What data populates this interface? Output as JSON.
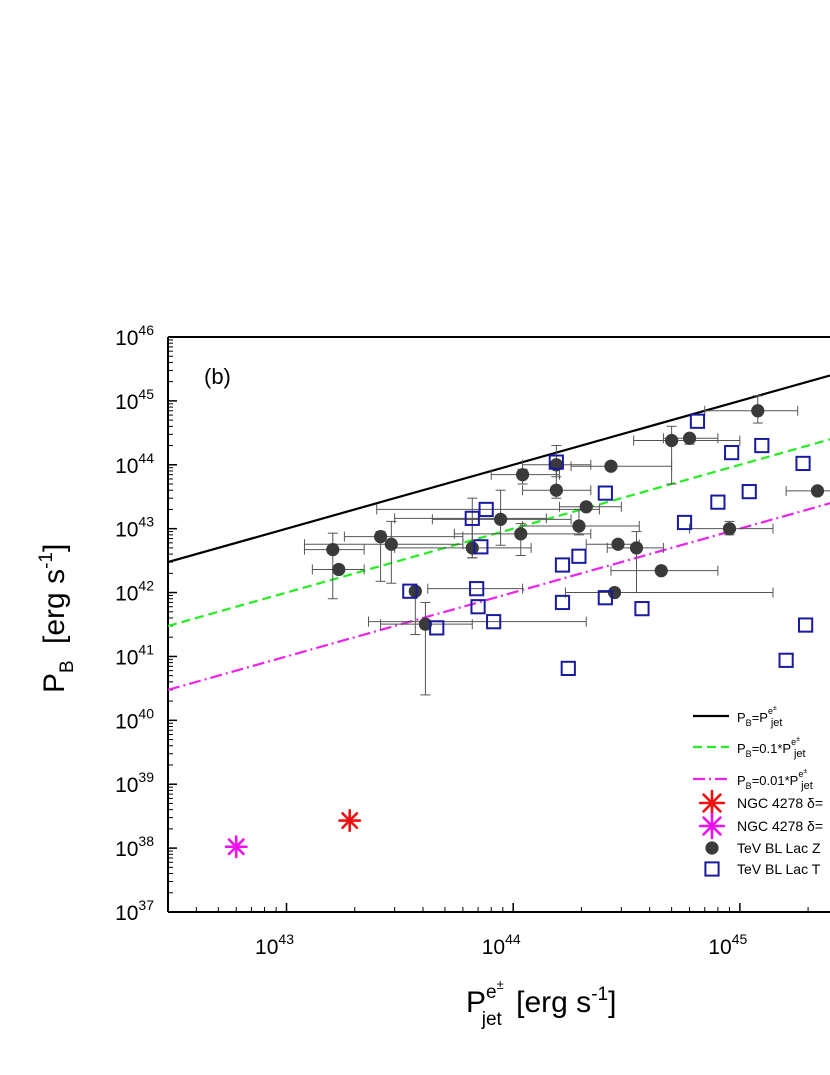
{
  "chart_data": {
    "type": "scatter",
    "panel_label": "(b)",
    "xscale": "log",
    "yscale": "log",
    "xlim": [
      3e+42,
      3e+45
    ],
    "ylim": [
      1e+37,
      1e+46
    ],
    "x_ticks": [
      {
        "value": 1e+43,
        "base": "10",
        "exp": "43"
      },
      {
        "value": 1e+44,
        "base": "10",
        "exp": "44"
      },
      {
        "value": 1e+45,
        "base": "10",
        "exp": "45"
      }
    ],
    "y_ticks": [
      {
        "value": 1e+37,
        "base": "10",
        "exp": "37"
      },
      {
        "value": 1e+38,
        "base": "10",
        "exp": "38"
      },
      {
        "value": 1e+39,
        "base": "10",
        "exp": "39"
      },
      {
        "value": 1e+40,
        "base": "10",
        "exp": "40"
      },
      {
        "value": 1e+41,
        "base": "10",
        "exp": "41"
      },
      {
        "value": 1e+42,
        "base": "10",
        "exp": "42"
      },
      {
        "value": 1e+43,
        "base": "10",
        "exp": "43"
      },
      {
        "value": 1e+44,
        "base": "10",
        "exp": "44"
      },
      {
        "value": 1e+45,
        "base": "10",
        "exp": "45"
      },
      {
        "value": 1e+46,
        "base": "10",
        "exp": "46"
      }
    ],
    "xlabel": {
      "main": "P",
      "sup": "e",
      "supsup": "±",
      "sub": "jet",
      "units": "[erg s",
      "units_exp": "-1",
      "units_end": "]"
    },
    "ylabel": {
      "main": "P",
      "sub": "B",
      "units": "[erg s",
      "units_exp": "-1",
      "units_end": "]"
    },
    "lines": [
      {
        "name": "P_B=P^{e±}_jet",
        "factor": 1,
        "color": "#000000",
        "dash": "none",
        "legend": {
          "prefix": "P",
          "sub1": "B",
          "eq": "=",
          "mult": "",
          "p2": "P",
          "sup": "e",
          "supsup": "±",
          "sub2": "jet"
        }
      },
      {
        "name": "P_B=0.1*P^{e±}_jet",
        "factor": 0.1,
        "color": "#22ee22",
        "dash": "9,5",
        "legend": {
          "prefix": "P",
          "sub1": "B",
          "eq": "=",
          "mult": "0.1*",
          "p2": "P",
          "sup": "e",
          "supsup": "±",
          "sub2": "jet"
        }
      },
      {
        "name": "P_B=0.01*P^{e±}_jet",
        "factor": 0.01,
        "color": "#ee22ee",
        "dash": "12,4,2,4",
        "legend": {
          "prefix": "P",
          "sub1": "B",
          "eq": "=",
          "mult": "0.01*",
          "p2": "P",
          "sup": "e",
          "supsup": "±",
          "sub2": "jet"
        }
      }
    ],
    "series": [
      {
        "name": "NGC 4278 δ=",
        "marker": "asterisk",
        "color": "#ee1111",
        "points": [
          {
            "x": 1.9e+43,
            "y": 2.7e+38
          }
        ]
      },
      {
        "name": "NGC 4278 δ=",
        "marker": "asterisk",
        "color": "#ee11ee",
        "points": [
          {
            "x": 6e+42,
            "y": 1.05e+38
          }
        ]
      },
      {
        "name": "TeV BL Lac Z",
        "marker": "circle",
        "color": "#3a3a3a",
        "points": [
          {
            "x": 1.6e+43,
            "y": 4.7e+42,
            "xerr": [
              1.2e+43,
              2.2e+43
            ],
            "yerr": [
              8e+41,
              8.5e+42
            ]
          },
          {
            "x": 1.7e+43,
            "y": 2.3e+42,
            "xerr": [
              1.3e+43,
              2.2e+43
            ]
          },
          {
            "x": 2.6e+43,
            "y": 7.5e+42,
            "xerr": [
              1.8e+43,
              6e+43
            ],
            "yerr": [
              1.5e+42,
              9e+42
            ]
          },
          {
            "x": 2.9e+43,
            "y": 5.7e+42,
            "xerr": [
              1.2e+43,
              6e+43
            ],
            "yerr": [
              1.4e+42,
              1.3e+43
            ]
          },
          {
            "x": 3.7e+43,
            "y": 1.05e+42,
            "yerr": [
              2.2e+41,
              1.1e+42
            ]
          },
          {
            "x": 4.1e+43,
            "y": 3.2e+41,
            "xerr": [
              2.6e+43,
              6.6e+43
            ],
            "yerr": [
              2.5e+40,
              7e+41
            ]
          },
          {
            "x": 6.6e+43,
            "y": 5e+42,
            "xerr": [
              3e+43,
              1.2e+44
            ],
            "yerr": [
              3.5e+42,
              1.4e+43
            ]
          },
          {
            "x": 8.8e+43,
            "y": 1.4e+43,
            "xerr": [
              4.4e+43,
              1.8e+44
            ],
            "yerr": [
              5.5e+42,
              4e+43
            ]
          },
          {
            "x": 1.08e+44,
            "y": 8.3e+42,
            "xerr": [
              5.5e+43,
              2.2e+44
            ],
            "yerr": [
              3.8e+42,
              1.2e+43
            ]
          },
          {
            "x": 1.1e+44,
            "y": 7e+43,
            "xerr": [
              8e+43,
              1.6e+44
            ],
            "yerr": [
              5e+43,
              8.5e+43
            ]
          },
          {
            "x": 1.55e+44,
            "y": 1e+44,
            "xerr": [
              1.1e+44,
              2.2e+44
            ],
            "yerr": [
              6.5e+43,
              2e+44
            ]
          },
          {
            "x": 1.55e+44,
            "y": 4e+43,
            "xerr": [
              1.1e+44,
              2.2e+44
            ],
            "yerr": [
              3e+43,
              1.05e+44
            ]
          },
          {
            "x": 1.95e+44,
            "y": 1.1e+43,
            "xerr": [
              1.1e+44,
              3.6e+44
            ],
            "yerr": [
              8e+42,
              2e+43
            ]
          },
          {
            "x": 2.1e+44,
            "y": 2.2e+43,
            "xerr": [
              1.6e+44,
              3e+44
            ]
          },
          {
            "x": 2.7e+44,
            "y": 9.5e+43,
            "xerr": [
              1.8e+44,
              5e+44
            ]
          },
          {
            "x": 2.8e+44,
            "y": 1e+42,
            "xerr": [
              1.7e+44,
              1.4e+45
            ]
          },
          {
            "x": 2.9e+44,
            "y": 5.7e+42,
            "xerr": [
              2.1e+44,
              3.6e+44
            ]
          },
          {
            "x": 3.5e+44,
            "y": 5e+42,
            "xerr": [
              2.6e+44,
              4.6e+44
            ],
            "yerr": [
              1e+42,
              9e+42
            ]
          },
          {
            "x": 4.5e+44,
            "y": 2.2e+42,
            "xerr": [
              2.7e+44,
              8e+44
            ]
          },
          {
            "x": 5e+44,
            "y": 2.4e+44,
            "xerr": [
              3.4e+44,
              1e+45
            ],
            "yerr": [
              5e+43,
              4e+44
            ]
          },
          {
            "x": 6e+44,
            "y": 2.6e+44,
            "xerr": [
              4.6e+44,
              8e+44
            ],
            "yerr": [
              2.1e+44,
              3e+44
            ]
          },
          {
            "x": 9e+44,
            "y": 1e+43,
            "xerr": [
              6e+44,
              1.4e+45
            ],
            "yerr": [
              8e+42,
              1.3e+43
            ]
          },
          {
            "x": 1.2e+45,
            "y": 7e+44,
            "xerr": [
              7e+44,
              1.8e+45
            ],
            "yerr": [
              4.5e+44,
              1.2e+45
            ]
          },
          {
            "x": 2.2e+45,
            "y": 3.9e+43,
            "xerr": [
              1.6e+45,
              3e+45
            ]
          }
        ]
      },
      {
        "name": "TeV BL Lac T",
        "marker": "square",
        "color": "#1a1aa0",
        "points": [
          {
            "x": 3.5e+43,
            "y": 1.05e+42
          },
          {
            "x": 4.6e+43,
            "y": 2.8e+41
          },
          {
            "x": 6.6e+43,
            "y": 1.45e+43,
            "xerr": [
              3e+43,
              1.4e+44
            ],
            "yerr": [
              3.5e+42,
              3e+43
            ]
          },
          {
            "x": 6.9e+43,
            "y": 1.15e+42,
            "xerr": [
              4.2e+43,
              1.1e+44
            ]
          },
          {
            "x": 7e+43,
            "y": 6e+41
          },
          {
            "x": 7.2e+43,
            "y": 5.2e+42
          },
          {
            "x": 7.6e+43,
            "y": 2e+43,
            "xerr": [
              2.5e+43,
              2.4e+44
            ]
          },
          {
            "x": 8.2e+43,
            "y": 3.5e+41,
            "xerr": [
              2.3e+43,
              2.1e+44
            ]
          },
          {
            "x": 1.55e+44,
            "y": 1.1e+44
          },
          {
            "x": 1.65e+44,
            "y": 7e+41
          },
          {
            "x": 1.65e+44,
            "y": 2.7e+42
          },
          {
            "x": 1.75e+44,
            "y": 6.5e+40
          },
          {
            "x": 1.95e+44,
            "y": 3.7e+42
          },
          {
            "x": 2.55e+44,
            "y": 3.6e+43
          },
          {
            "x": 2.55e+44,
            "y": 8.3e+41
          },
          {
            "x": 3.7e+44,
            "y": 5.6e+41
          },
          {
            "x": 5.7e+44,
            "y": 1.25e+43
          },
          {
            "x": 6.5e+44,
            "y": 4.8e+44
          },
          {
            "x": 8e+44,
            "y": 2.6e+43
          },
          {
            "x": 9.2e+44,
            "y": 1.55e+44
          },
          {
            "x": 1.1e+45,
            "y": 3.8e+43
          },
          {
            "x": 1.25e+45,
            "y": 2e+44
          },
          {
            "x": 1.6e+45,
            "y": 8.7e+40
          },
          {
            "x": 1.9e+45,
            "y": 1.05e+44
          },
          {
            "x": 1.95e+45,
            "y": 3.1e+41
          }
        ]
      }
    ],
    "legend_placement": "bottom-right",
    "grid": false
  }
}
